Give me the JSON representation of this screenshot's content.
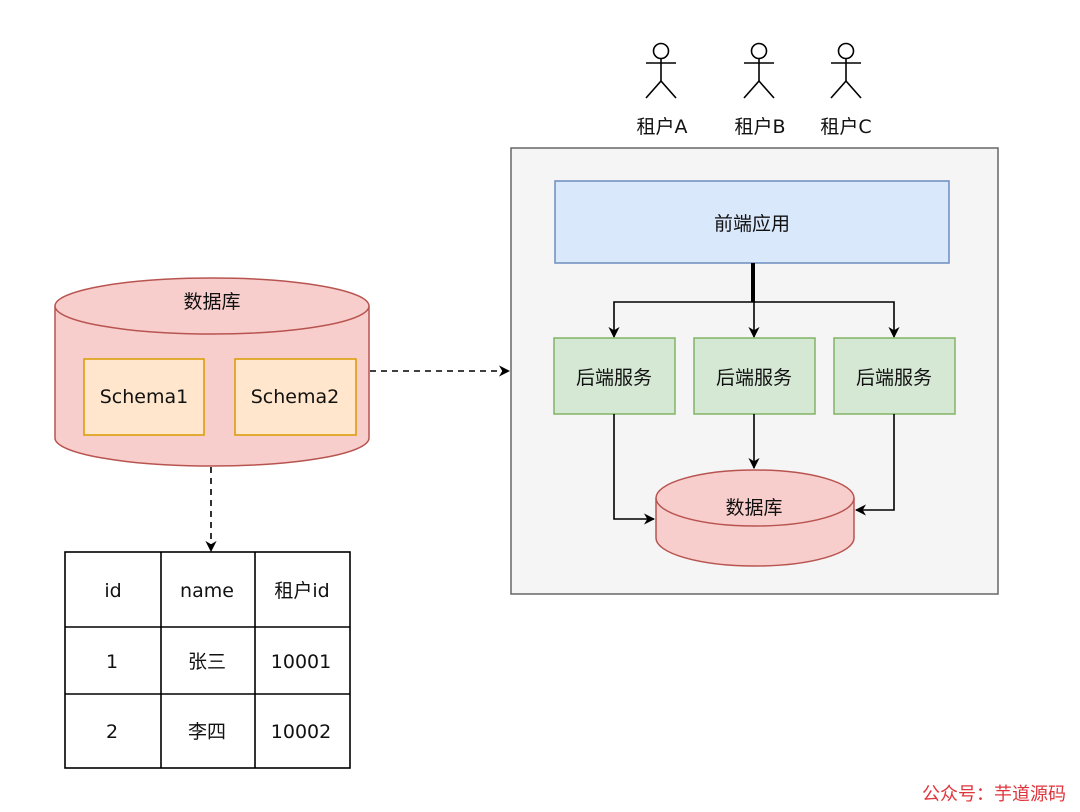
{
  "tenants": [
    {
      "label": "租户A"
    },
    {
      "label": "租户B"
    },
    {
      "label": "租户C"
    }
  ],
  "left_database": {
    "title": "数据库",
    "schemas": [
      "Schema1",
      "Schema2"
    ]
  },
  "table": {
    "headers": [
      "id",
      "name",
      "租户id"
    ],
    "rows": [
      [
        "1",
        "张三",
        "10001"
      ],
      [
        "2",
        "李四",
        "10002"
      ]
    ]
  },
  "system": {
    "frontend_label": "前端应用",
    "backend_services": [
      {
        "label": "后端服务"
      },
      {
        "label": "后端服务"
      },
      {
        "label": "后端服务"
      }
    ],
    "database_label": "数据库"
  },
  "watermark": "公众号：芋道源码",
  "colors": {
    "db_fill": "#f8cecc",
    "db_stroke": "#b85450",
    "schema_fill": "#ffe6cc",
    "schema_stroke": "#d79b00",
    "frontend_fill": "#dae8fc",
    "frontend_stroke": "#6c8ebf",
    "backend_fill": "#d5e8d4",
    "backend_stroke": "#82b366",
    "container_fill": "#f5f5f5",
    "container_stroke": "#666666",
    "watermark": "#e0343c"
  }
}
